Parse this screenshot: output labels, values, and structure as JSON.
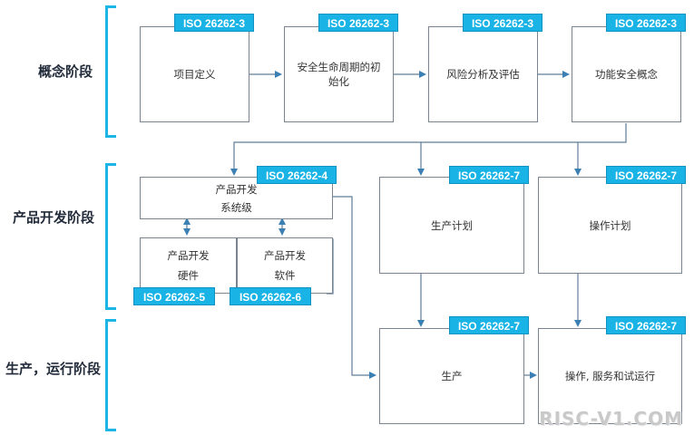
{
  "phases": [
    {
      "label": "概念阶段"
    },
    {
      "label": "产品开发阶段"
    },
    {
      "label": "生产，运行阶段"
    }
  ],
  "boxes": {
    "item_definition": {
      "text": "项目定义",
      "tag": "ISO 26262-3"
    },
    "safety_lifecycle_init": {
      "text": "安全生命周期的初始化",
      "tag": "ISO 26262-3"
    },
    "hazard_analysis": {
      "text": "风险分析及评估",
      "tag": "ISO 26262-3"
    },
    "functional_safety_concept": {
      "text": "功能安全概念",
      "tag": "ISO 26262-3"
    },
    "system_level": {
      "line1": "产品开发",
      "line2": "系统级",
      "tag": "ISO 26262-4"
    },
    "hardware": {
      "line1": "产品开发",
      "line2": "硬件",
      "tag": "ISO 26262-5"
    },
    "software": {
      "line1": "产品开发",
      "line2": "软件",
      "tag": "ISO 26262-6"
    },
    "production_planning": {
      "text": "生产计划",
      "tag": "ISO 26262-7"
    },
    "operation_planning": {
      "text": "操作计划",
      "tag": "ISO 26262-7"
    },
    "production": {
      "text": "生产",
      "tag": "ISO 26262-7"
    },
    "operation_service": {
      "text": "操作, 服务和试运行",
      "tag": "ISO 26262-7"
    }
  },
  "watermark": "RISC-V1.COM",
  "colors": {
    "accent": "#19b3e6",
    "line": "#7a8591",
    "arrow": "#3b7fb3"
  }
}
